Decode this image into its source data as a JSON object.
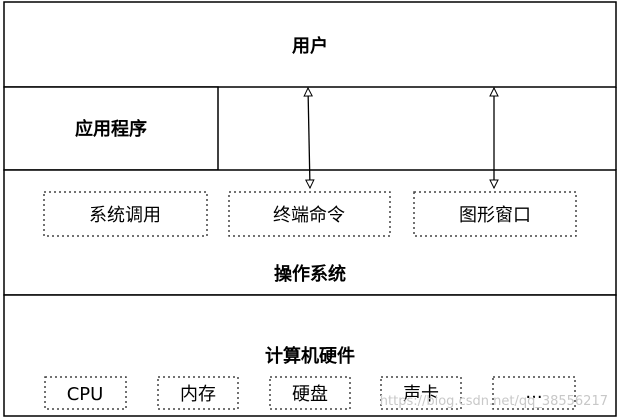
{
  "layers": {
    "user": "用户",
    "application": "应用程序",
    "os": "操作系统",
    "hardware": "计算机硬件"
  },
  "os_components": [
    "系统调用",
    "终端命令",
    "图形窗口"
  ],
  "hardware_components": [
    "CPU",
    "内存",
    "硬盘",
    "声卡",
    "..."
  ],
  "watermark": "https://blog.csdn.net/qq_38556217"
}
